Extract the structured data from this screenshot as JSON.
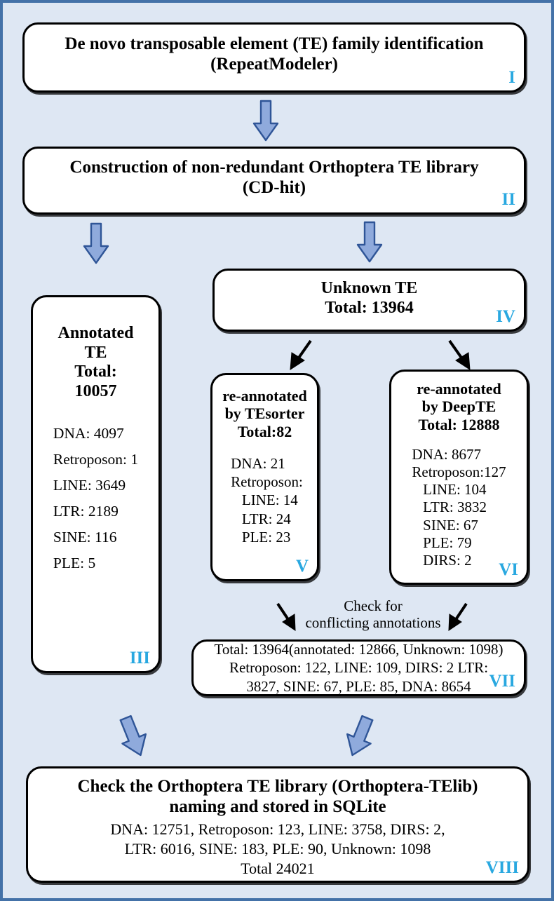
{
  "figure": {
    "type": "flowchart",
    "background_color": "#dee7f3",
    "border_color": "#4472a8",
    "box_fill": "#ffffff",
    "box_border": "#000000",
    "roman_numeral_color": "#29a8e0",
    "block_arrow_fill": "#8faadc",
    "block_arrow_stroke": "#2f5597",
    "thin_arrow_color": "#000000"
  },
  "boxes": [
    {
      "id": "I",
      "name": "de-novo-te-identification",
      "title": "De novo transposable element (TE) family identification\n(RepeatModeler)",
      "body": ""
    },
    {
      "id": "II",
      "name": "non-redundant-library-construction",
      "title": "Construction of non-redundant Orthoptera TE library\n(CD-hit)",
      "body": ""
    },
    {
      "id": "III",
      "name": "annotated-te",
      "title": "Annotated\nTE\nTotal:\n10057",
      "body": "DNA: 4097\nRetroposon: 1\n  LINE: 3649\n  LTR: 2189\n  SINE: 116\nPLE: 5"
    },
    {
      "id": "IV",
      "name": "unknown-te",
      "title": "Unknown TE\nTotal: 13964",
      "body": ""
    },
    {
      "id": "V",
      "name": "reannotated-by-tesorter",
      "title": "re-annotated\nby TEsorter\nTotal:82",
      "body": "DNA: 21\nRetroposon:\n   LINE: 14\n   LTR: 24\n   PLE: 23"
    },
    {
      "id": "VI",
      "name": "reannotated-by-deepte",
      "title": "re-annotated\nby DeepTE\nTotal: 12888",
      "body": "DNA: 8677\nRetroposon:127\n   LINE: 104\n   LTR: 3832\n   SINE: 67\n   PLE: 79\n   DIRS: 2"
    },
    {
      "id": "VII",
      "name": "merged-conflict-resolved-counts",
      "title": "",
      "body": "Total: 13964(annotated: 12866, Unknown: 1098)\nRetroposon: 122, LINE: 109, DIRS: 2 LTR:\n3827, SINE: 67, PLE: 85, DNA: 8654"
    },
    {
      "id": "VIII",
      "name": "final-orthoptera-telib",
      "title": "Check the Orthoptera TE library (Orthoptera-TElib)\nnaming and stored in  SQLite",
      "body": "DNA: 12751, Retroposon: 123, LINE: 3758, DIRS: 2,\nLTR: 6016, SINE: 183, PLE: 90, Unknown: 1098\nTotal 24021"
    }
  ],
  "labels": {
    "conflict_check": "Check for\nconflicting annotations"
  },
  "arrows": [
    {
      "name": "arrow-box1-to-box2",
      "style": "block-down"
    },
    {
      "name": "arrow-box2-to-box3",
      "style": "block-down"
    },
    {
      "name": "arrow-box2-to-box4",
      "style": "block-down"
    },
    {
      "name": "arrow-box4-to-box5",
      "style": "thin-down-left"
    },
    {
      "name": "arrow-box4-to-box6",
      "style": "thin-down-right"
    },
    {
      "name": "arrow-box5-to-box7",
      "style": "thin-down-right"
    },
    {
      "name": "arrow-box6-to-box7",
      "style": "thin-down-left"
    },
    {
      "name": "arrow-box3-to-box8",
      "style": "block-down-right"
    },
    {
      "name": "arrow-box7-to-box8",
      "style": "block-down-left"
    }
  ]
}
